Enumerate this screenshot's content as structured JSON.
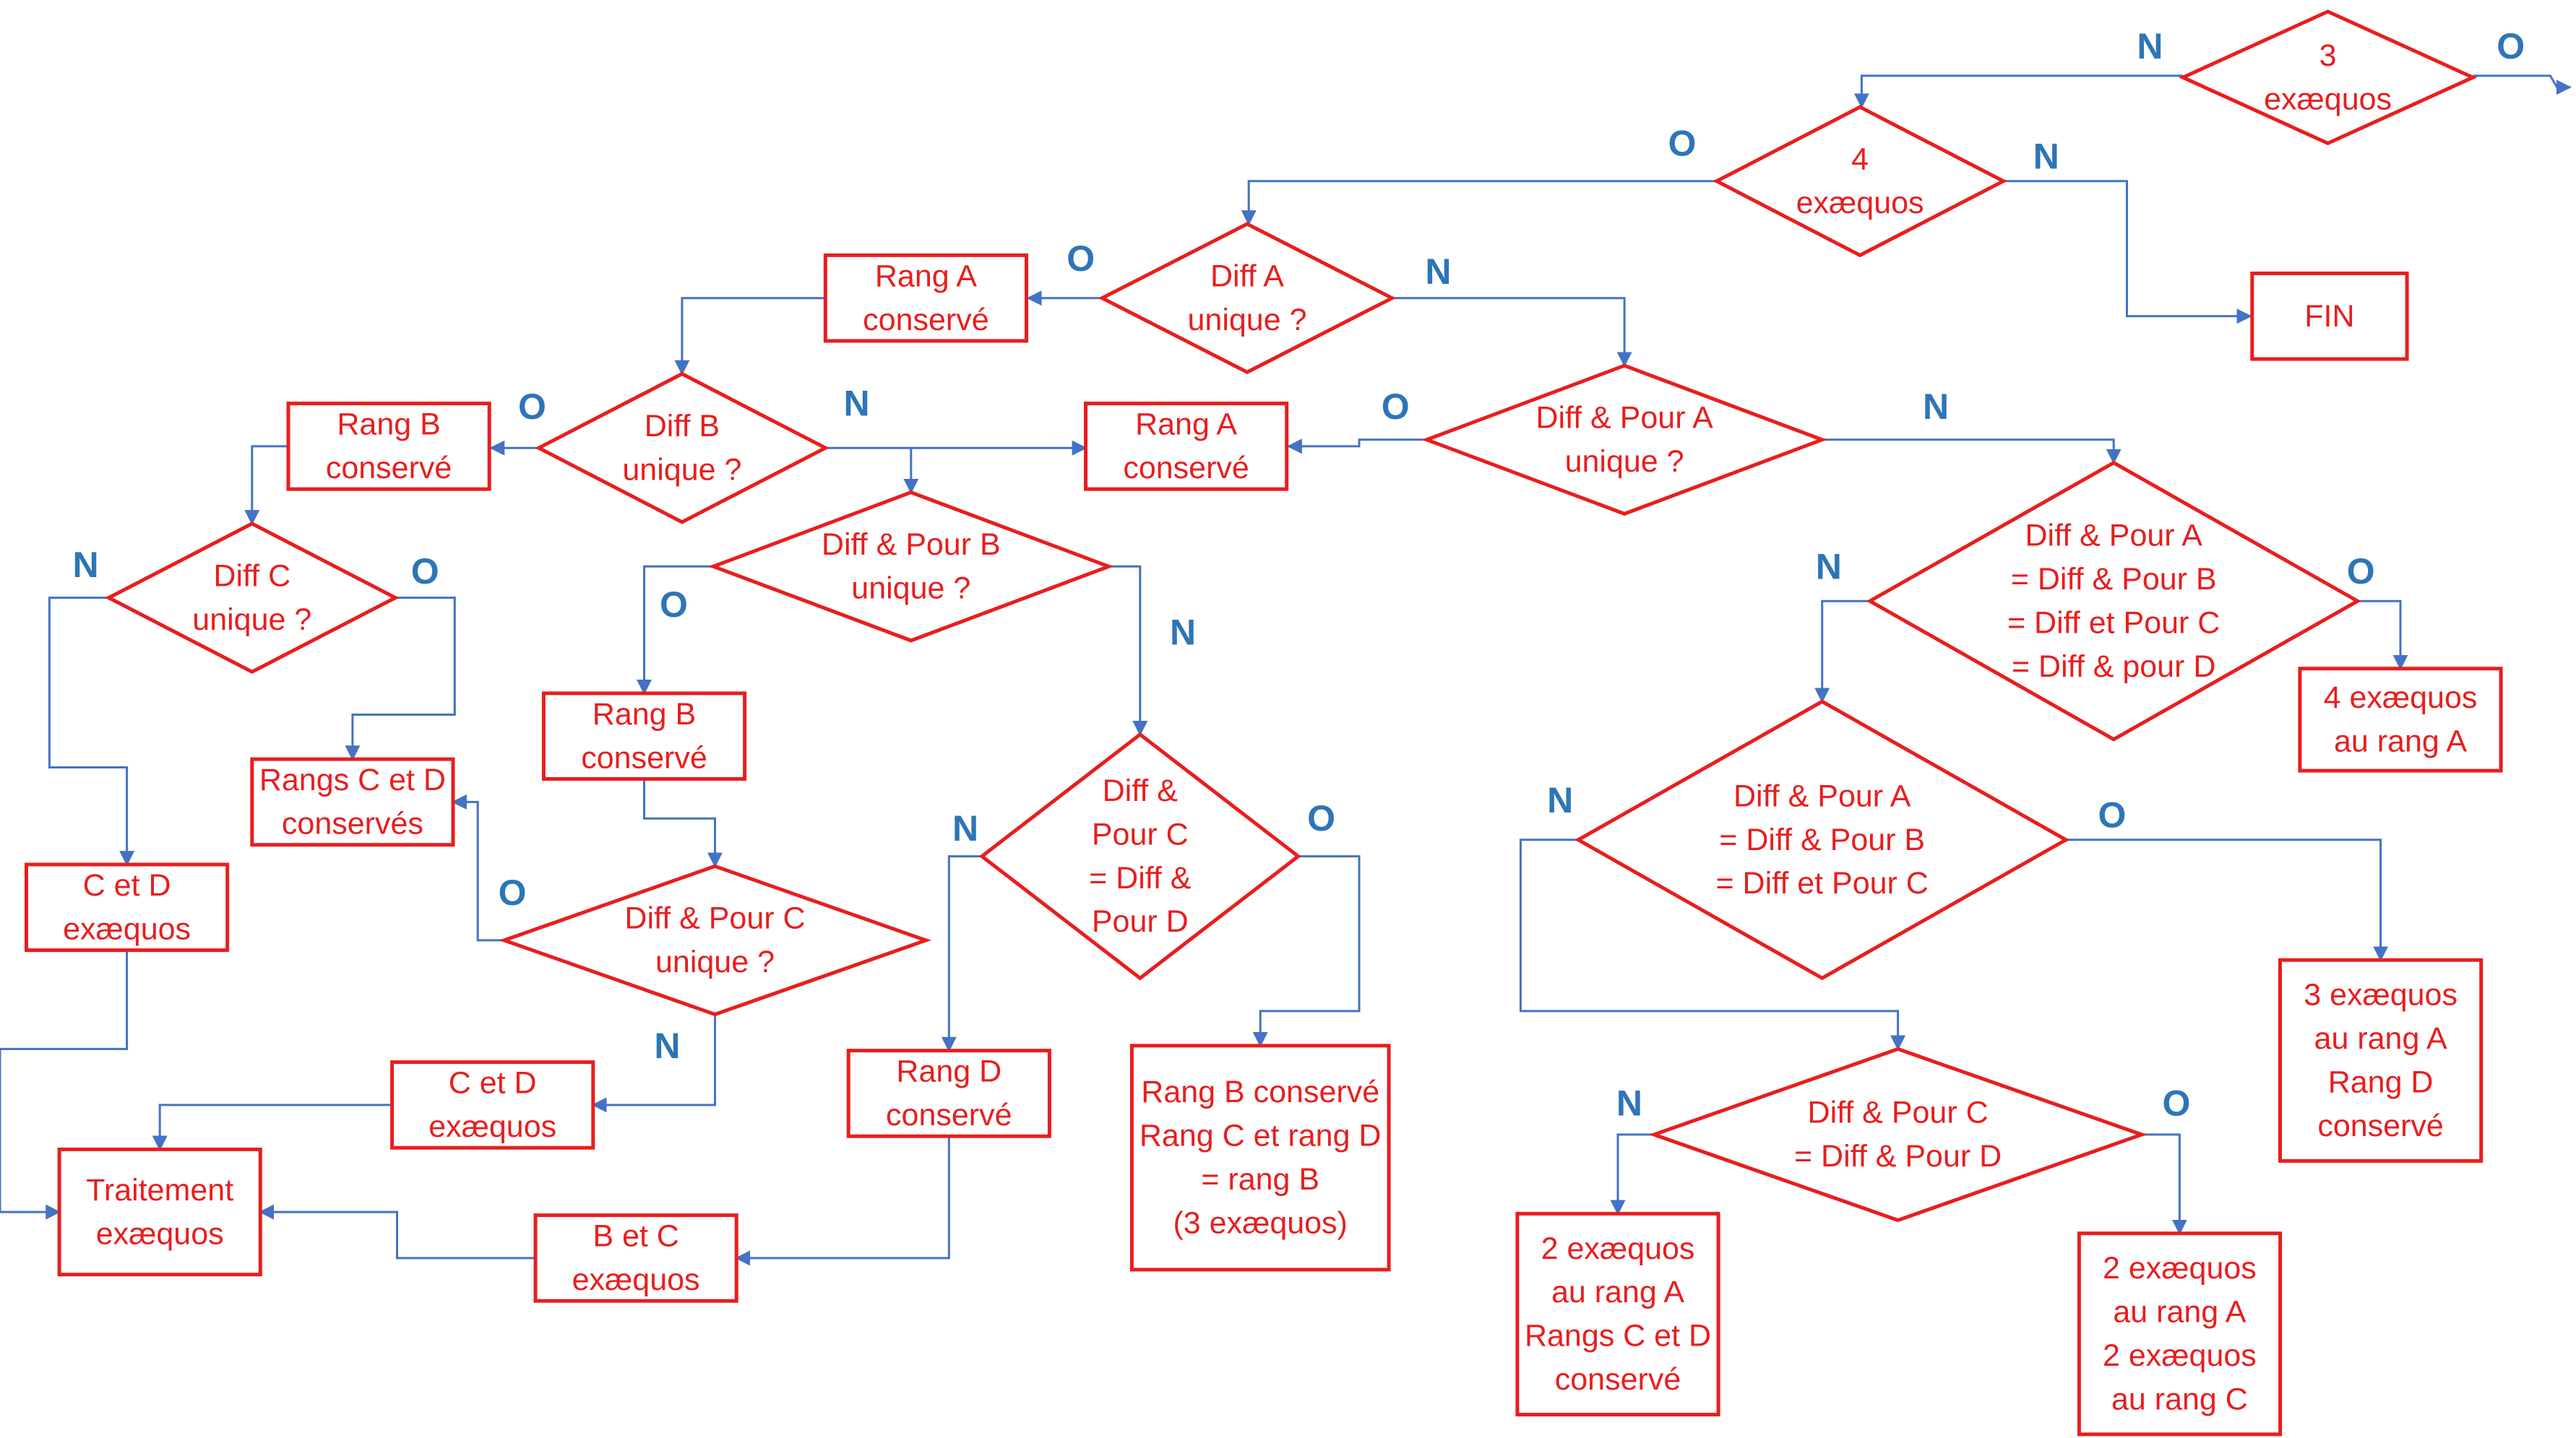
{
  "colors": {
    "node": "#e81e1e",
    "edge": "#4472c4",
    "label": "#2e75b6"
  },
  "nodes": {
    "d3": [
      "3",
      "exæquos"
    ],
    "d4": [
      "4",
      "exæquos"
    ],
    "fin": [
      "FIN"
    ],
    "dDiffA": [
      "Diff A",
      "unique ?"
    ],
    "rRangA1": [
      "Rang A",
      "conservé"
    ],
    "dDiffPourA": [
      "Diff & Pour A",
      "unique ?"
    ],
    "rRangA2": [
      "Rang A",
      "conservé"
    ],
    "dDiffB": [
      "Diff B",
      "unique ?"
    ],
    "rRangB1": [
      "Rang B",
      "conservé"
    ],
    "dDiffPourB": [
      "Diff & Pour B",
      "unique ?"
    ],
    "dDiffC": [
      "Diff C",
      "unique ?"
    ],
    "rRangsCD": [
      "Rangs C et D",
      "conservés"
    ],
    "rCD1": [
      "C et D",
      "exæquos"
    ],
    "rRangB2": [
      "Rang B",
      "conservé"
    ],
    "dDiffPourC": [
      "Diff & Pour C",
      "unique ?"
    ],
    "dDPCeqDPD1": [
      "Diff &",
      "Pour  C",
      "= Diff &",
      "Pour D"
    ],
    "rCD2": [
      "C et D",
      "exæquos"
    ],
    "rTraitement": [
      "Traitement",
      "exæquos"
    ],
    "rBC": [
      "B et C",
      "exæquos"
    ],
    "rRangD": [
      "Rang D",
      "conservé"
    ],
    "rRangBCD": [
      "Rang B conservé",
      "Rang C et rang D",
      "= rang B",
      "(3 exæquos)"
    ],
    "dAll4": [
      "Diff & Pour A",
      "= Diff & Pour B",
      "= Diff et Pour C",
      "= Diff & pour D"
    ],
    "r4exA": [
      "4 exæquos",
      "au rang A"
    ],
    "dAll3": [
      "Diff & Pour A",
      "= Diff & Pour B",
      "= Diff et Pour C"
    ],
    "r3exA": [
      "3 exæquos",
      "au rang A",
      "Rang D",
      "conservé"
    ],
    "dDPCeqDPD2": [
      "Diff & Pour C",
      "= Diff & Pour D"
    ],
    "r2exACD": [
      "2 exæquos",
      "au rang A",
      "Rangs C et D",
      "conservé"
    ],
    "r2exA2exC": [
      "2  exæquos",
      "au rang A",
      "2 exæquos",
      "au rang C"
    ]
  },
  "labels": {
    "d3_no": "N",
    "d3_yes": "O",
    "d4_yes": "O",
    "d4_no": "N",
    "dDiffA_yes": "O",
    "dDiffA_no": "N",
    "dDiffB_yes": "O",
    "dDiffB_no": "N",
    "dDiffPourA_yes": "O",
    "dDiffPourA_no": "N",
    "dDiffC_no": "N",
    "dDiffC_yes": "O",
    "dDiffPourB_yes": "O",
    "dDiffPourB_no": "N",
    "dAll4_no": "N",
    "dAll4_yes": "O",
    "dDPCeqDPD1_no": "N",
    "dDPCeqDPD1_yes": "O",
    "dDiffPourC_yes": "O",
    "dDiffPourC_no": "N",
    "dAll3_no": "N",
    "dAll3_yes": "O",
    "dDPCeqDPD2_no": "N",
    "dDPCeqDPD2_yes": "O"
  }
}
